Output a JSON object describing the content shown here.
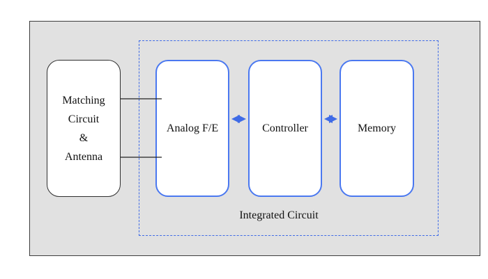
{
  "diagram": {
    "blocks": {
      "matching": {
        "label": "Matching\nCircuit\n&\nAntenna"
      },
      "analog": {
        "label": "Analog F/E"
      },
      "controller": {
        "label": "Controller"
      },
      "memory": {
        "label": "Memory"
      }
    },
    "ic_label": "Integrated Circuit"
  },
  "colors": {
    "background": "#e1e1e1",
    "ic_border": "#3f6be6",
    "block_border_blue": "#4a78f0",
    "block_border_dark": "#2e2e2e",
    "arrow": "#3f6be6"
  }
}
